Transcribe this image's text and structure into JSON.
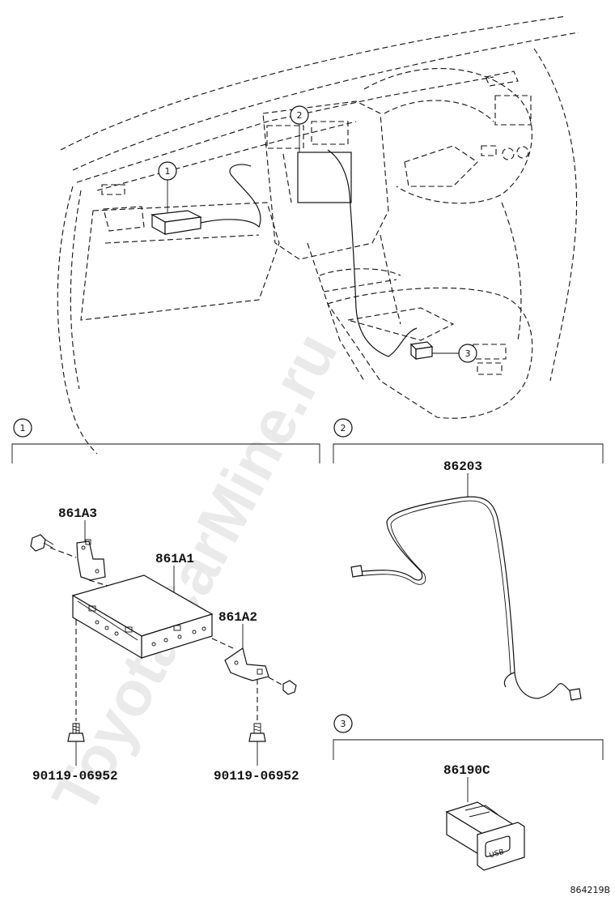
{
  "watermark": "ToyotaCarMine.ru",
  "callouts": {
    "top_1": "1",
    "top_2": "2",
    "top_3": "3",
    "section_1": "1",
    "section_2": "2",
    "section_3": "3"
  },
  "parts": {
    "bracket_upper": "861A3",
    "unit": "861A1",
    "bracket_lower": "861A2",
    "screw_left": "90119-06952",
    "screw_right": "90119-06952",
    "cable": "86203",
    "usb_socket": "86190C",
    "usb_text": "USB"
  },
  "diagram_id": "864219B"
}
